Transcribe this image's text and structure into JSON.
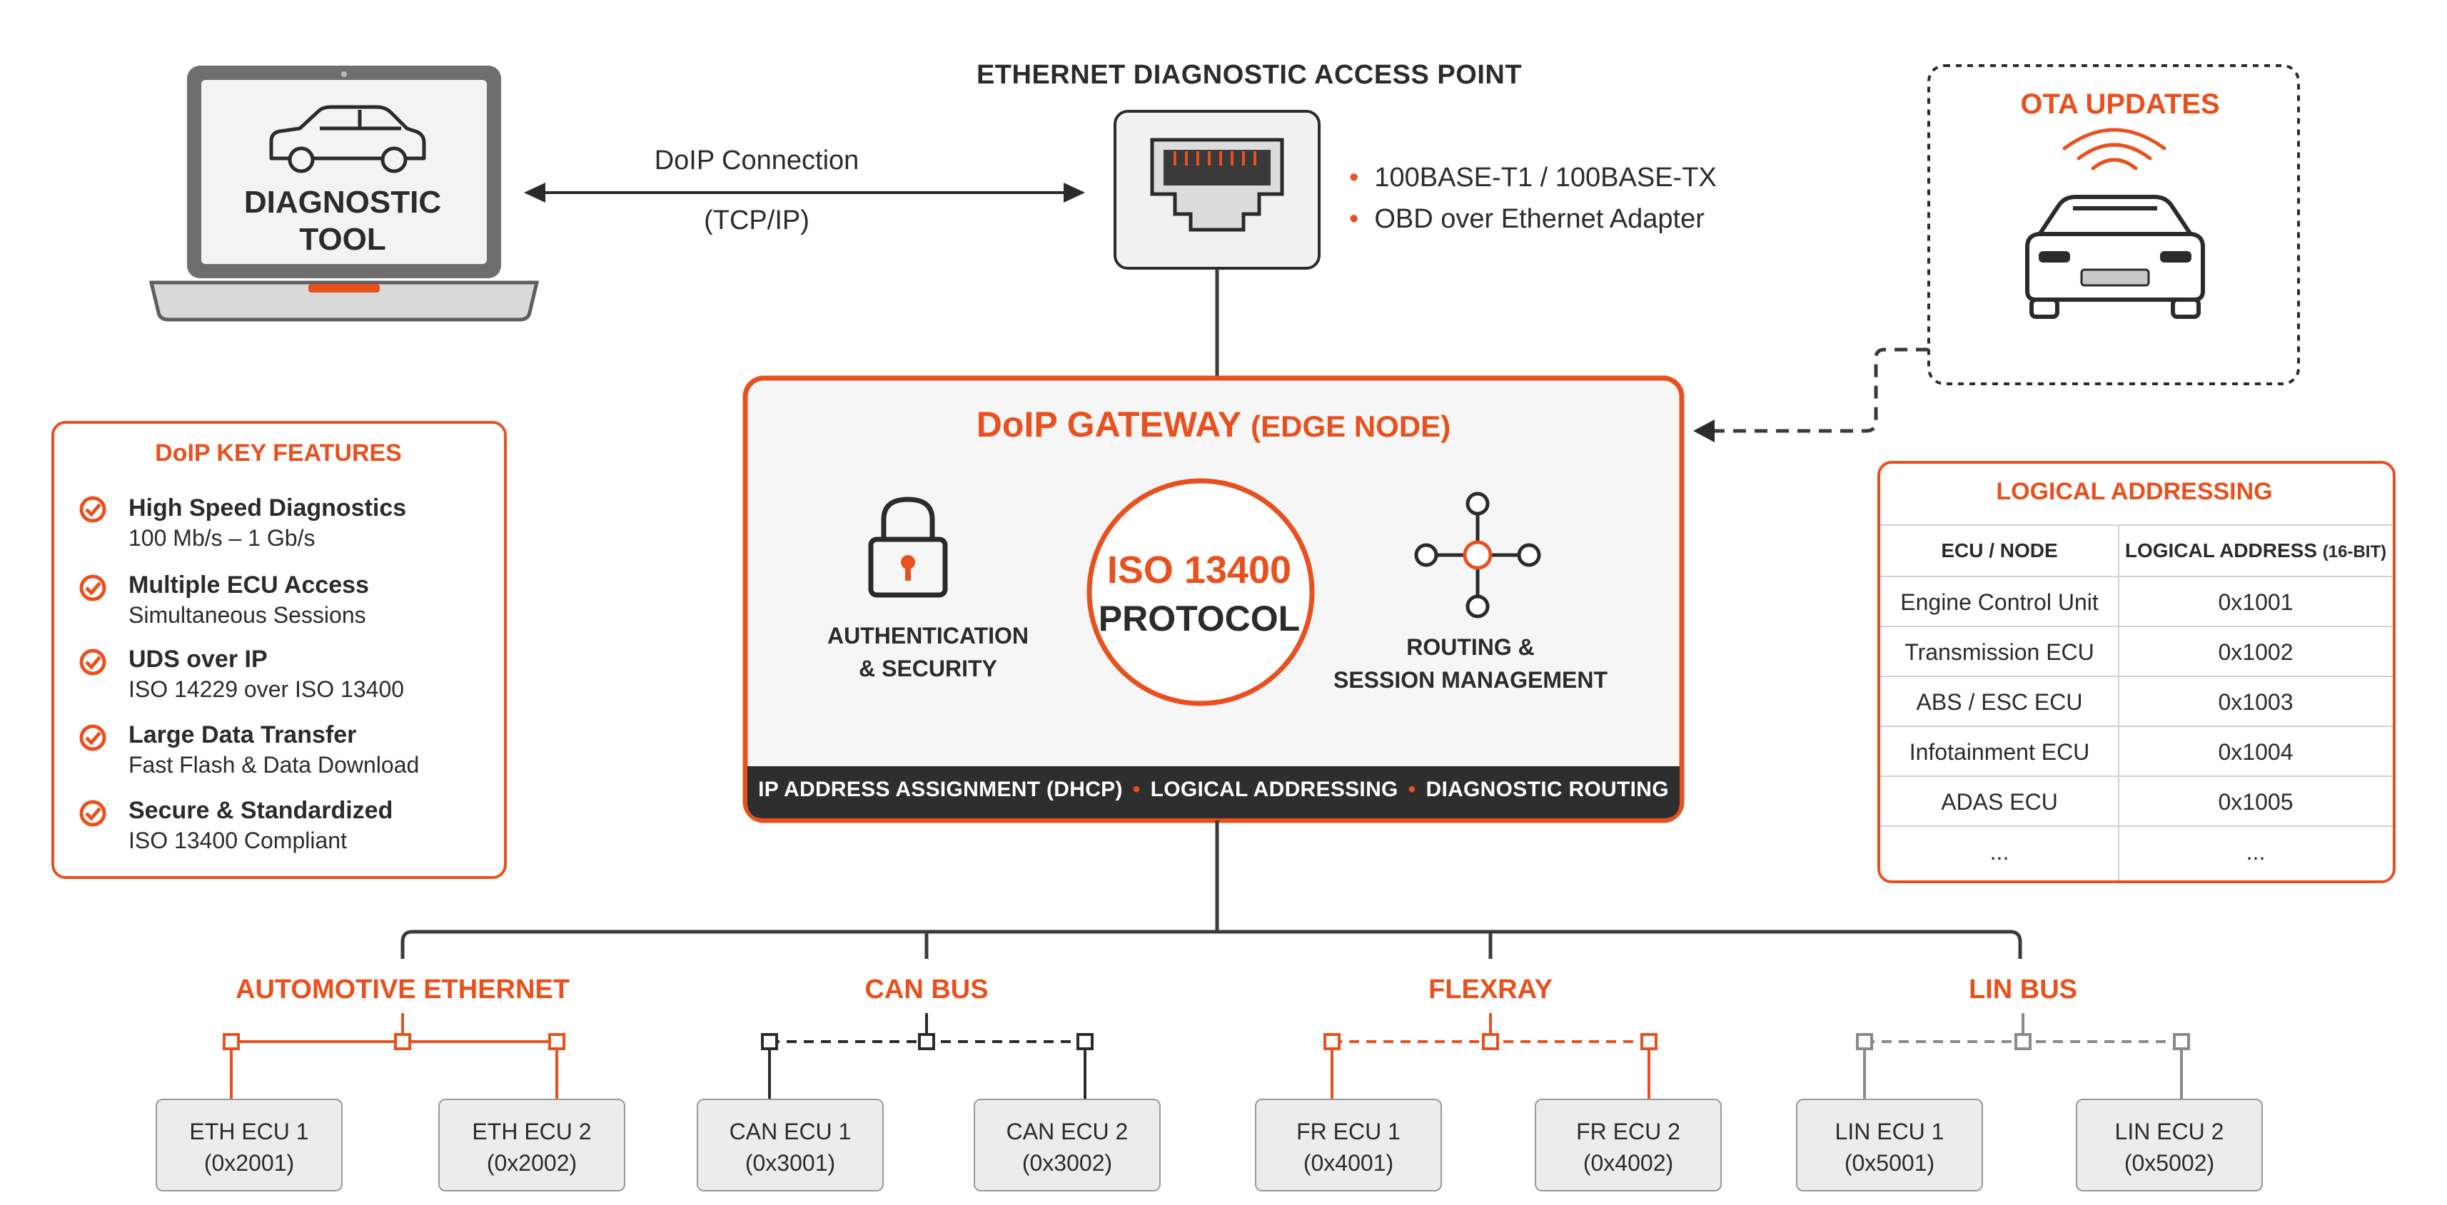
{
  "diagnostic_tool": {
    "line1": "DIAGNOSTIC",
    "line2": "TOOL"
  },
  "connection": {
    "label": "DoIP Connection",
    "protocol": "(TCP/IP)"
  },
  "access_point": {
    "title": "ETHERNET DIAGNOSTIC ACCESS POINT",
    "bullets": [
      "100BASE-T1 / 100BASE-TX",
      "OBD over Ethernet Adapter"
    ]
  },
  "ota": {
    "title": "OTA UPDATES"
  },
  "gateway": {
    "title": "DoIP GATEWAY",
    "title_sub": "(EDGE NODE)",
    "auth_line1": "AUTHENTICATION",
    "auth_line2": "& SECURITY",
    "iso_line1": "ISO 13400",
    "iso_line2": "PROTOCOL",
    "routing_line1": "ROUTING &",
    "routing_line2": "SESSION MANAGEMENT",
    "bar_items": [
      "IP ADDRESS ASSIGNMENT (DHCP)",
      "LOGICAL ADDRESSING",
      "DIAGNOSTIC ROUTING"
    ]
  },
  "key_features": {
    "title": "DoIP KEY FEATURES",
    "items": [
      {
        "title": "High Speed Diagnostics",
        "sub": "100 Mb/s – 1 Gb/s"
      },
      {
        "title": "Multiple ECU Access",
        "sub": "Simultaneous Sessions"
      },
      {
        "title": "UDS over IP",
        "sub": "ISO 14229 over ISO 13400"
      },
      {
        "title": "Large Data Transfer",
        "sub": "Fast Flash & Data Download"
      },
      {
        "title": "Secure & Standardized",
        "sub": "ISO 13400 Compliant"
      }
    ]
  },
  "logical_addressing": {
    "title": "LOGICAL ADDRESSING",
    "header_node": "ECU / NODE",
    "header_addr": "LOGICAL ADDRESS",
    "header_addr_sub": "(16-BIT)",
    "rows": [
      {
        "node": "Engine Control Unit",
        "addr": "0x1001"
      },
      {
        "node": "Transmission ECU",
        "addr": "0x1002"
      },
      {
        "node": "ABS / ESC ECU",
        "addr": "0x1003"
      },
      {
        "node": "Infotainment ECU",
        "addr": "0x1004"
      },
      {
        "node": "ADAS ECU",
        "addr": "0x1005"
      },
      {
        "node": "...",
        "addr": "..."
      }
    ]
  },
  "buses": [
    {
      "label": "AUTOMOTIVE ETHERNET",
      "ecus": [
        {
          "name": "ETH ECU 1",
          "addr": "(0x2001)"
        },
        {
          "name": "ETH ECU 2",
          "addr": "(0x2002)"
        }
      ]
    },
    {
      "label": "CAN BUS",
      "ecus": [
        {
          "name": "CAN ECU 1",
          "addr": "(0x3001)"
        },
        {
          "name": "CAN ECU 2",
          "addr": "(0x3002)"
        }
      ]
    },
    {
      "label": "FLEXRAY",
      "ecus": [
        {
          "name": "FR ECU 1",
          "addr": "(0x4001)"
        },
        {
          "name": "FR ECU 2",
          "addr": "(0x4002)"
        }
      ]
    },
    {
      "label": "LIN BUS",
      "ecus": [
        {
          "name": "LIN ECU 1",
          "addr": "(0x5001)"
        },
        {
          "name": "LIN ECU 2",
          "addr": "(0x5002)"
        }
      ]
    }
  ],
  "colors": {
    "accent": "#e8511e",
    "dark": "#2b2b2b",
    "line": "#3a3a3a",
    "box_fill": "#ececec"
  }
}
